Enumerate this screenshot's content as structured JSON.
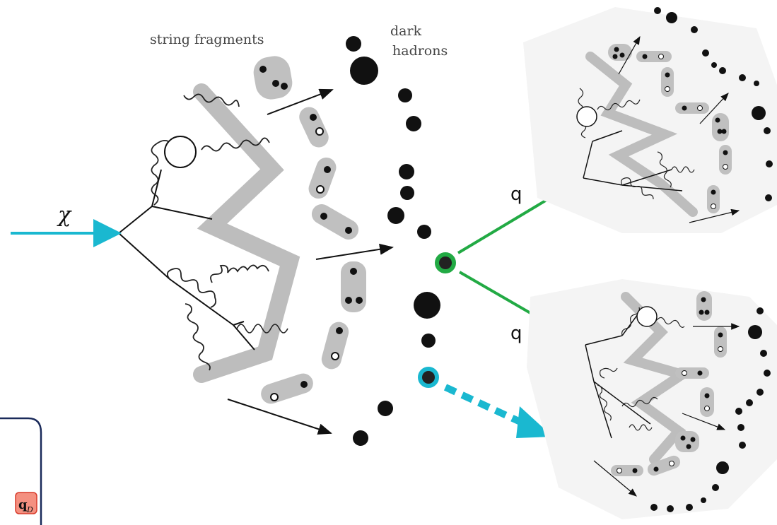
{
  "labels": {
    "string_fragments": "string fragments",
    "dark_line1": "dark",
    "dark_line2": "hadrons",
    "chi": "χ",
    "q_upper": "q",
    "q_lower": "q",
    "box_text": "q",
    "box_sub": "D"
  },
  "colors": {
    "incoming_arrow": "#1ab8d0",
    "quark_arrow": "#22aa44",
    "highlight_green": "#22aa44",
    "highlight_cyan": "#1ab8d0",
    "string_gray": "#bbbbbb",
    "hadron_black": "#111111",
    "box_border": "#1a2a5a",
    "box_label_fill": "#f49080"
  },
  "icons": {
    "gluon": "gluon-coil-icon",
    "photon": "photon-wavy-icon",
    "hadron": "dark-hadron-dot-icon"
  }
}
